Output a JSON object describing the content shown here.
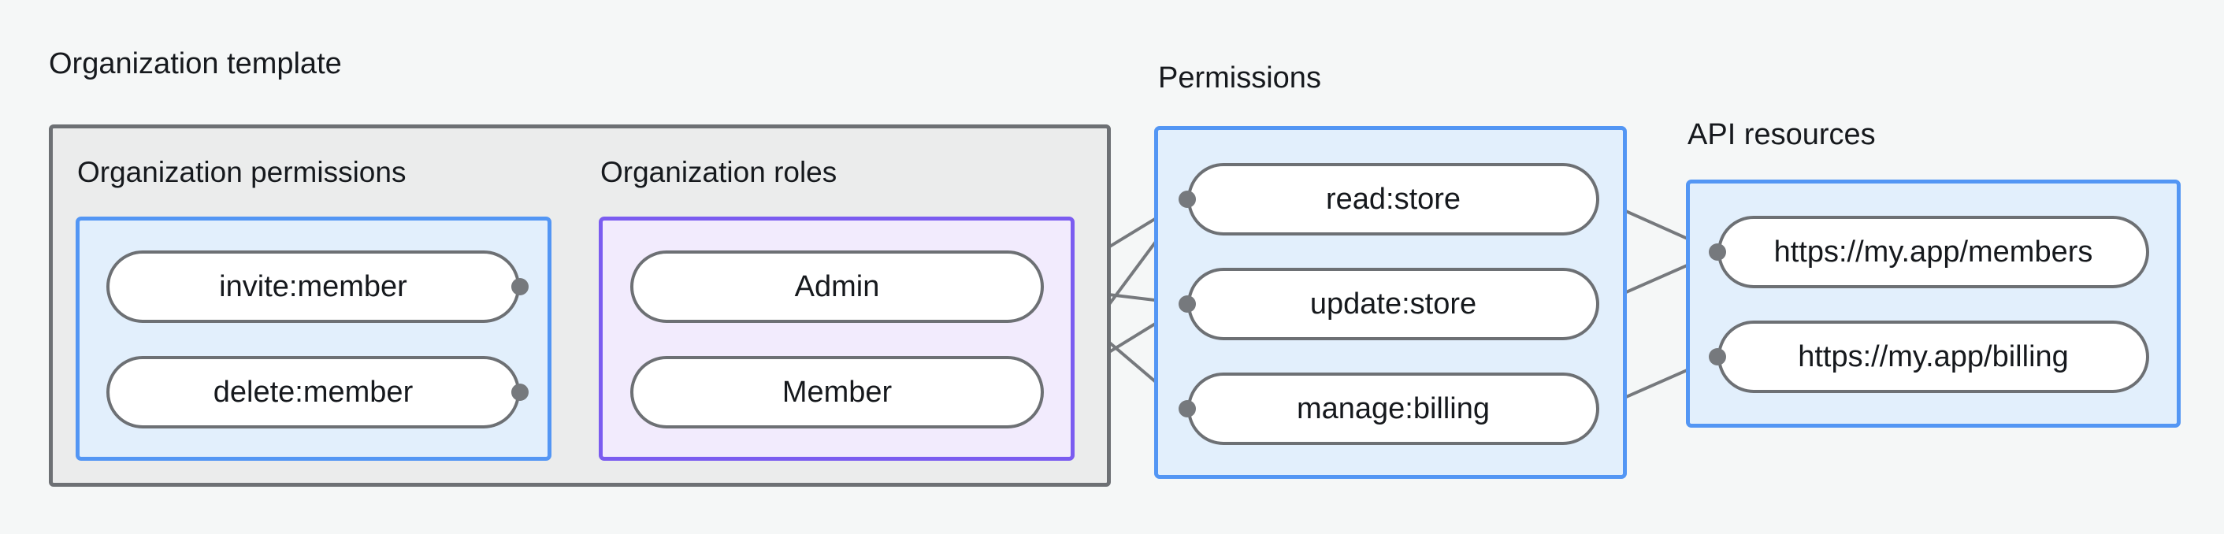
{
  "diagram": {
    "title_org_template": "Organization template",
    "title_permissions": "Permissions",
    "title_api_resources": "API resources",
    "subtitle_org_permissions": "Organization permissions",
    "subtitle_org_roles": "Organization roles",
    "colors": {
      "page_background": "#f5f7f7",
      "outer_container_fill": "#ebecec",
      "outer_container_border": "#6d7074",
      "blue_fill": "#e2effc",
      "blue_border": "#5396f4",
      "purple_fill": "#f2ebfd",
      "purple_border": "#7b5cf0",
      "node_fill": "#ffffff",
      "node_border": "#6d7074",
      "edge_stroke": "#76797d",
      "text": "#16191d"
    }
  },
  "org_permissions": {
    "nodes": [
      {
        "id": "invite-member",
        "label": "invite:member"
      },
      {
        "id": "delete-member",
        "label": "delete:member"
      }
    ]
  },
  "org_roles": {
    "nodes": [
      {
        "id": "admin",
        "label": "Admin"
      },
      {
        "id": "member",
        "label": "Member"
      }
    ]
  },
  "permissions": {
    "nodes": [
      {
        "id": "read-store",
        "label": "read:store"
      },
      {
        "id": "update-store",
        "label": "update:store"
      },
      {
        "id": "manage-billing",
        "label": "manage:billing"
      }
    ]
  },
  "api_resources": {
    "nodes": [
      {
        "id": "members-url",
        "label": "https://my.app/members"
      },
      {
        "id": "billing-url",
        "label": "https://my.app/billing"
      }
    ]
  },
  "edges": [
    {
      "from": "invite-member",
      "to": "admin"
    },
    {
      "from": "invite-member",
      "to": "member"
    },
    {
      "from": "delete-member",
      "to": "member"
    },
    {
      "from": "admin",
      "to": "read-store"
    },
    {
      "from": "admin",
      "to": "update-store"
    },
    {
      "from": "admin",
      "to": "manage-billing"
    },
    {
      "from": "member",
      "to": "read-store"
    },
    {
      "from": "member",
      "to": "update-store"
    },
    {
      "from": "read-store",
      "to": "members-url"
    },
    {
      "from": "update-store",
      "to": "members-url"
    },
    {
      "from": "manage-billing",
      "to": "billing-url"
    }
  ]
}
